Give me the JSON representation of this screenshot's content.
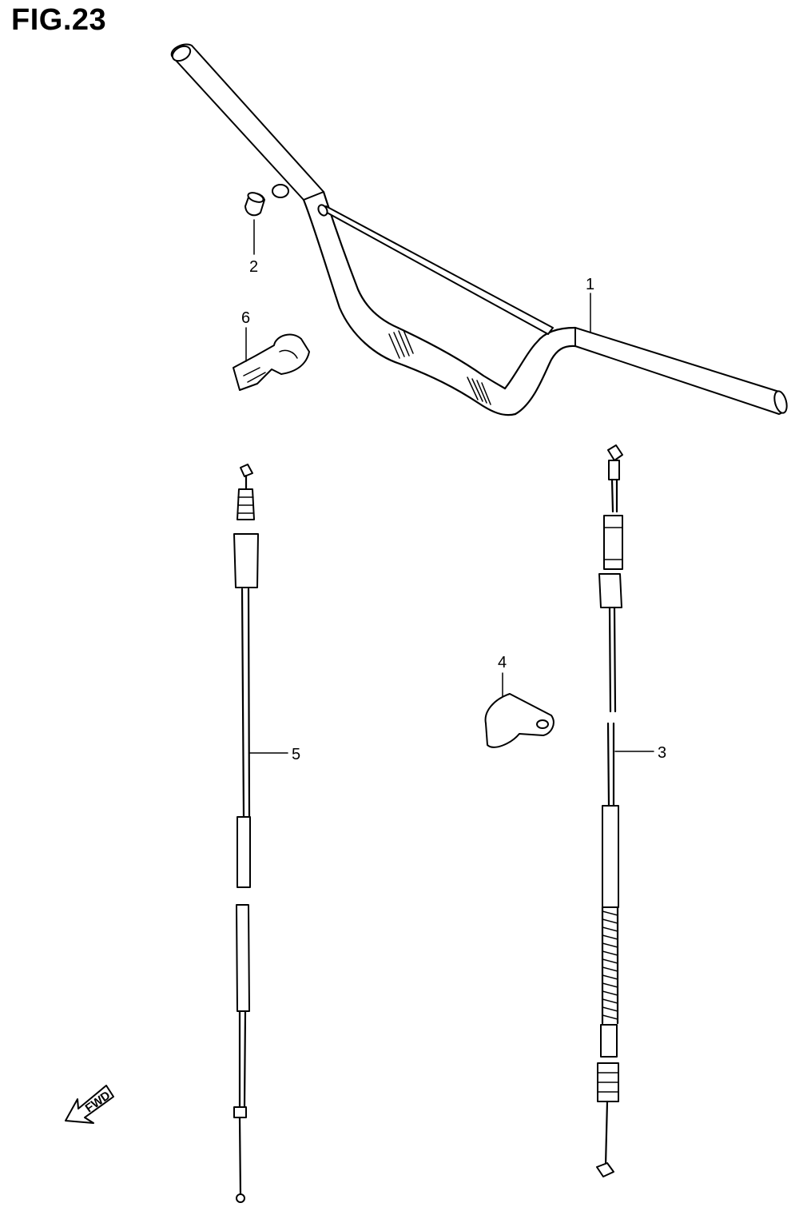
{
  "figure": {
    "title": "FIG.23"
  },
  "callouts": {
    "c1": "1",
    "c2": "2",
    "c3": "3",
    "c4": "4",
    "c5": "5",
    "c6": "6"
  },
  "direction_marker": {
    "label": "FWD",
    "icon": "arrow-left-down-icon"
  }
}
